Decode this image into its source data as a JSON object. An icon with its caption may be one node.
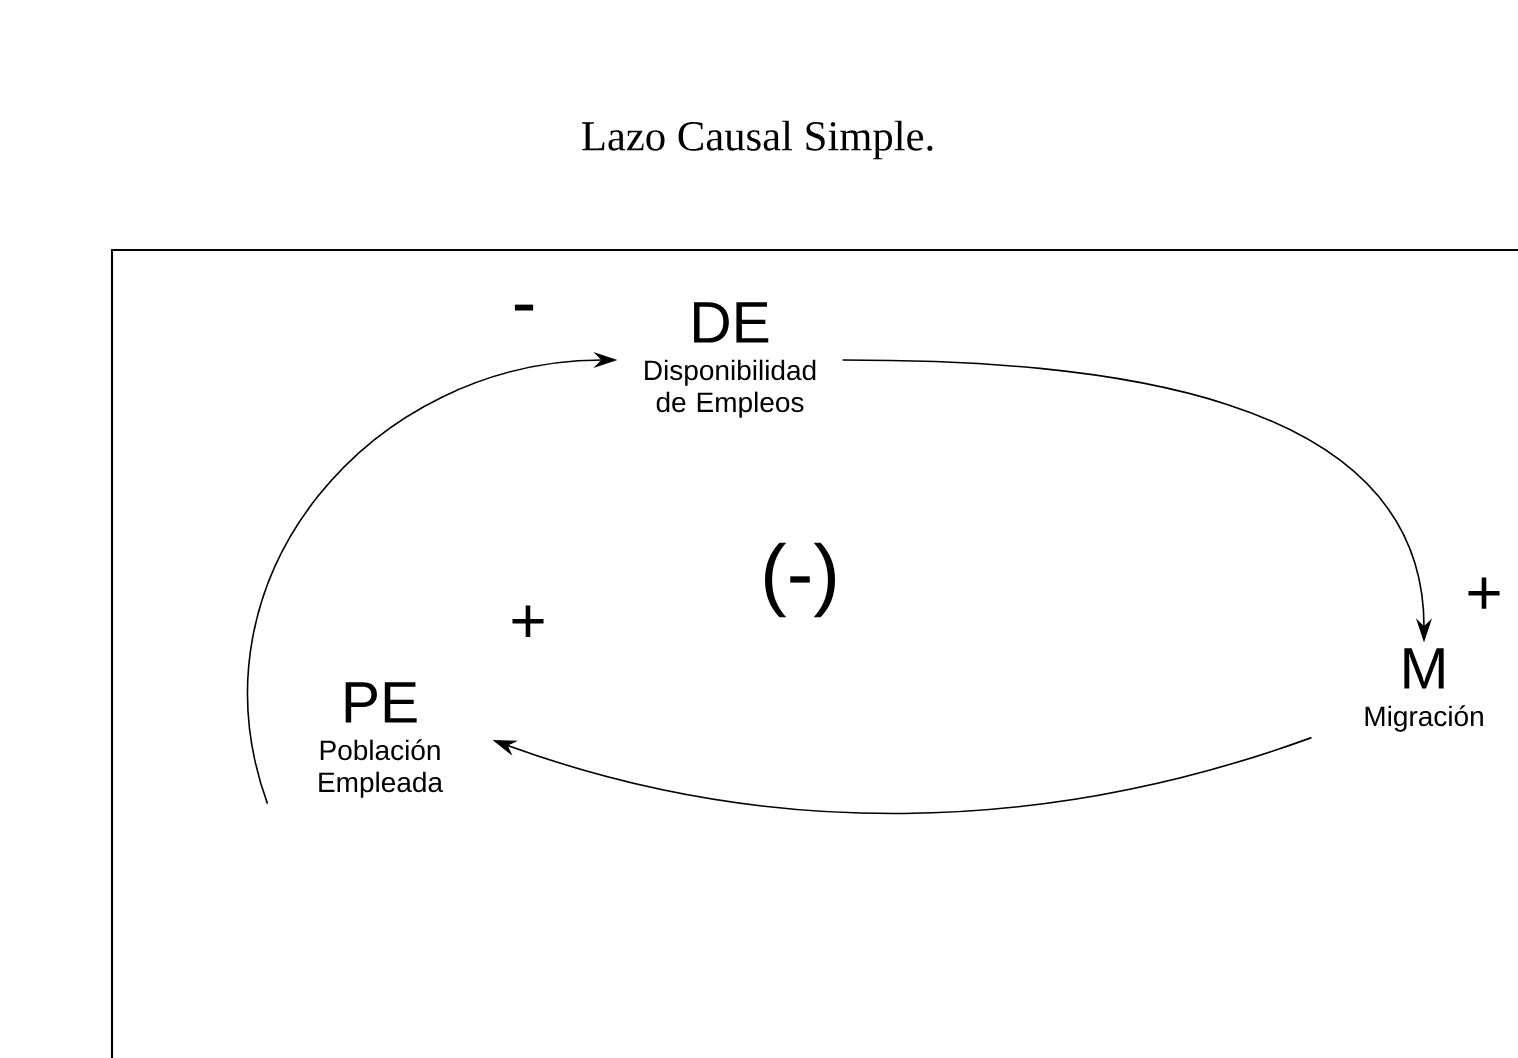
{
  "diagram": {
    "title": "Lazo Causal Simple.",
    "nodes": [
      {
        "text": [
          "DE",
          "Disponibilidad de Empleos"
        ]
      },
      {
        "text": [
          "M",
          "Migración"
        ]
      },
      {
        "text": [
          "PE",
          "Población Empleada"
        ]
      }
    ],
    "edges": [
      {
        "from": 2,
        "to": 0,
        "arrow": "to"
      },
      {
        "from": 0,
        "to": 1,
        "arrow": "to"
      },
      {
        "from": 1,
        "to": 2,
        "arrow": "to"
      }
    ],
    "labels": [
      "-",
      "(-)",
      "+",
      "+"
    ]
  }
}
